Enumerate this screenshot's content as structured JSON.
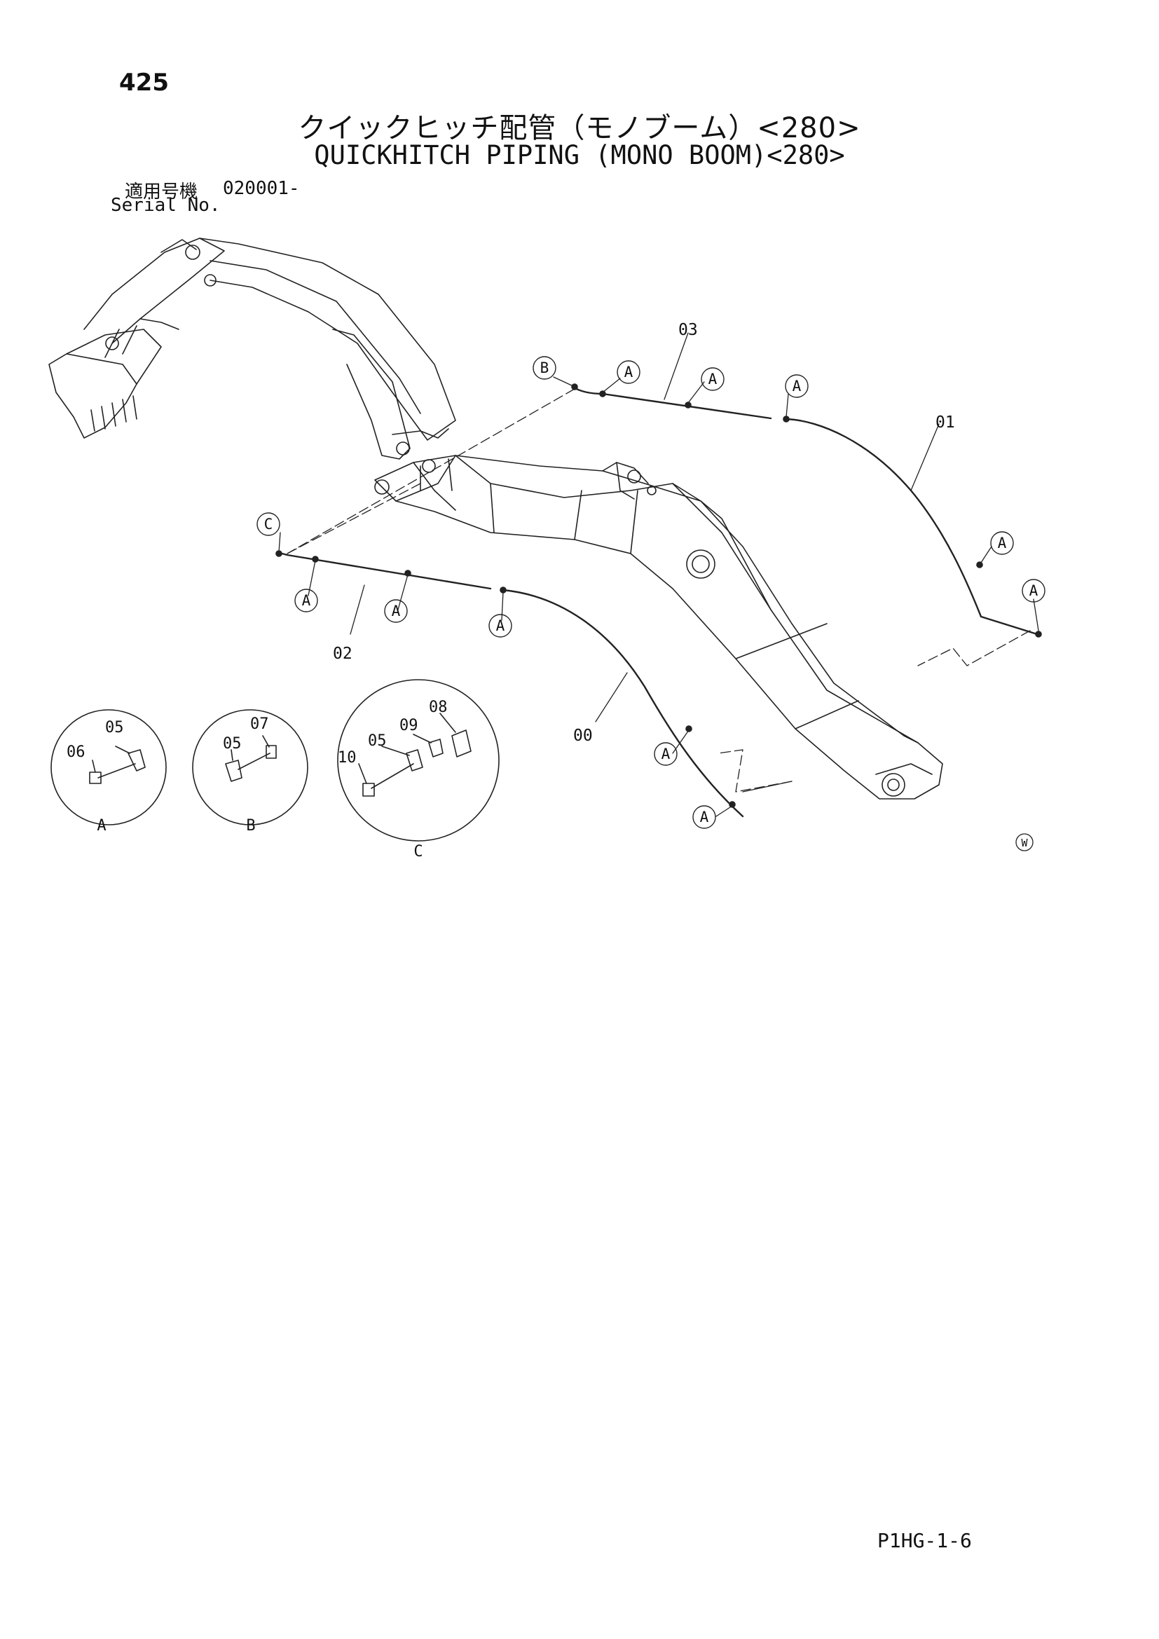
{
  "page": {
    "number": "425",
    "title_jp": "クイックヒッチ配管（モノブーム）<280>",
    "title_en": "QUICKHITCH PIPING (MONO BOOM)<280>",
    "serial_label_jp": "適用号機",
    "serial_value": "020001-",
    "serial_label_en": "Serial No.",
    "footer_code": "P1HG-1-6",
    "corner_mark": "W"
  },
  "callouts": {
    "b_top": "B",
    "c_left": "C",
    "a_labels": [
      "A",
      "A",
      "A",
      "A",
      "A",
      "A",
      "A",
      "A",
      "A",
      "A"
    ]
  },
  "part_labels": {
    "p00": "00",
    "p01": "01",
    "p02": "02",
    "p03": "03"
  },
  "details": [
    {
      "id": "A",
      "labels": [
        "05",
        "06"
      ]
    },
    {
      "id": "B",
      "labels": [
        "05",
        "07"
      ]
    },
    {
      "id": "C",
      "labels": [
        "08",
        "09",
        "05",
        "10"
      ]
    }
  ]
}
